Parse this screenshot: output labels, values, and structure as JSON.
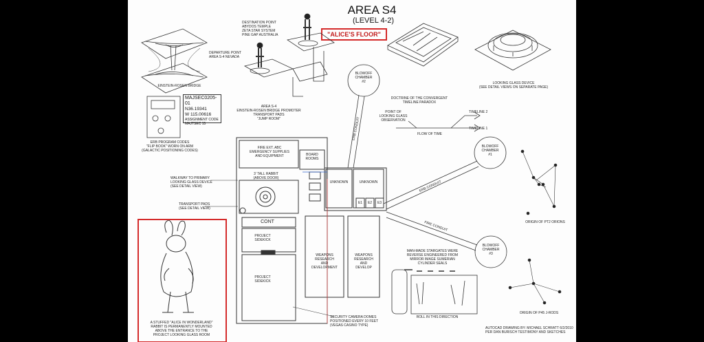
{
  "title": "AREA S4",
  "subtitle": "(LEVEL 4-2)",
  "highlight": "\"ALICE'S FLOOR\"",
  "destination": [
    "DESTINATION POINT",
    "ABYDOS TEMPLE",
    "ZETA STAR SYSTEM",
    "PINE GAP AUSTRALIA"
  ],
  "departure": [
    "DEPARTURE POINT",
    "AREA S-4 NEVADA"
  ],
  "einstein_rosen": "EINSTEIN-ROSEN BRIDGE",
  "looking_glass_device": [
    "LOOKING GLASS DEVICE",
    "(SEE DETAIL VIEWS ON SEPARATE PAGE)"
  ],
  "code_box": {
    "line1": "MAJSEC0205-01",
    "line2": "N36.19341",
    "line3": "W 115.00616",
    "line4": "ASSIGNMENT CODE",
    "line5": "MAJTSEC 15"
  },
  "erb_codes": [
    "ERB PROGRAM CODES",
    "\"FLIP BOOK\" WORN ON ARM",
    "(GALACTIC POSITIONING CODES)"
  ],
  "jump_room": [
    "AREA S-4",
    "EINSTEIN-ROSEN BRIDGE PROMOTER",
    "TRANSPORT PADS",
    "\"JUMP ROOM\""
  ],
  "blowoff2": [
    "BLOWOFF",
    "CHAMBER",
    "#2"
  ],
  "blowoff1": [
    "BLOWOFF",
    "CHAMBER",
    "#1"
  ],
  "blowoff3": [
    "BLOWOFF",
    "CHAMBER",
    "#3"
  ],
  "doctrine": [
    "DOCTRINE OF THE CONVERGENT",
    "TIMELINE PARADOX"
  ],
  "point_of": [
    "POINT OF",
    "LOOKING GLASS",
    "OBSERVATION"
  ],
  "timeline2": "TIMELINE 2",
  "timeline1": "TIMELINE 1",
  "flow_of_time": "FLOW OF TIME",
  "fire_ext": [
    "FIRE EXT. ABC",
    "EMERGENCY SUPPLIES",
    "AND EQUIPMENT"
  ],
  "board_rooms": [
    "BOARD",
    "ROOMS"
  ],
  "unknown_a": "UNKNOWN",
  "unknown_b": "UNKNOWN",
  "tall_rabbit": [
    "3' TALL RABBIT",
    "(ABOVE DOOR)"
  ],
  "walkway": [
    "WALKWAY TO PRIMARY",
    "LOOKING GLASS DEVICE",
    "(SEE DETAIL VIEW)"
  ],
  "transport_pads": [
    "TRANSPORT PADS",
    "(SEE DETAIL VIEW)"
  ],
  "cont": "CONT",
  "project_sidekick_a": [
    "PROJECT",
    "SIDEKICK"
  ],
  "project_sidekick_b": [
    "PROJECT",
    "SIDEKICK"
  ],
  "weapons_rd": [
    "WEAPONS",
    "RESEARCH",
    "AND",
    "DEVELOPMENT"
  ],
  "weapons_r": [
    "WEAPONS",
    "RESEARCH",
    "AND",
    "DEVELOP"
  ],
  "e1": "E1",
  "e2": "E2",
  "e3": "E3",
  "erb_conduit": "ERB CONDUIT",
  "fire_conduit": "FIRE CONDUIT",
  "stargates": [
    "MAN-MADE STARGATES WERE",
    "REVERSE ENGINEERED FROM",
    "MIRROR IMAGE SUMERIAN",
    "CYLINDER SEALS"
  ],
  "roll_dir": "ROLL IN THIS DIRECTION",
  "orion_pt2": "ORIGIN OF PT2 ORIONS",
  "orion_p45": "ORIGIN OF P45 J-RODS",
  "security_cam": [
    "SECURITY CAMERA DOMES",
    "POSITIONED EVERY 10 FEET",
    "(VEGAS CASINO TYPE)"
  ],
  "rabbit_caption": [
    "A STUFFED \"ALICE IN WONDERLAND\"",
    "RABBIT IS PERMANENTLY MOUNTED",
    "ABOVE THE ENTRANCE TO THE",
    "PROJECT LOOKING GLASS ROOM"
  ],
  "credit": [
    "AUTOCAD DRAWING BY: MICHAEL SCHRATT 6/2/2010",
    "PER DAN BURISCH TESTIMONY AND SKETCHES"
  ],
  "colors": {
    "highlight": "#d42a2a",
    "ink": "#222222",
    "paper": "#fdfdfd"
  }
}
